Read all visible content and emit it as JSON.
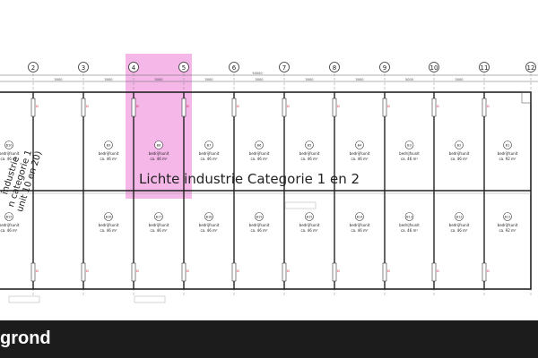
{
  "plan": {
    "axis_labels": [
      "2",
      "3",
      "4",
      "5",
      "6",
      "7",
      "8",
      "9",
      "10",
      "11",
      "12"
    ],
    "span_label": "5000",
    "total_span_label": "50000",
    "main_label": "Lichte industrie Categorie 1 en 2",
    "side_label_lines": [
      "industrie",
      "n categorie 1",
      "unit 10 en 20)"
    ],
    "unit_type": "bedrijfsunit",
    "top_units": [
      {
        "num": "B10",
        "area": "ca. 46 m²"
      },
      {
        "num": "B9",
        "area": "ca. 46 m²"
      },
      {
        "num": "B8",
        "area": "ca. 46 m²"
      },
      {
        "num": "B7",
        "area": "ca. 46 m²"
      },
      {
        "num": "B6",
        "area": "ca. 46 m²"
      },
      {
        "num": "B5",
        "area": "ca. 46 m²"
      },
      {
        "num": "B4",
        "area": "ca. 46 m²"
      },
      {
        "num": "B3",
        "area": "ca. 46 m²"
      },
      {
        "num": "B2",
        "area": "ca. 46 m²"
      },
      {
        "num": "B1",
        "area": "ca. 92 m²"
      }
    ],
    "bottom_units": [
      {
        "num": "B15",
        "area": "ca. 46 m²"
      },
      {
        "num": "B16",
        "area": "ca. 46 m²"
      },
      {
        "num": "B17",
        "area": "ca. 46 m²"
      },
      {
        "num": "B18",
        "area": "ca. 46 m²"
      },
      {
        "num": "B19",
        "area": "ca. 46 m²"
      },
      {
        "num": "B15",
        "area": "ca. 46 m²"
      },
      {
        "num": "B14",
        "area": "ca. 46 m²"
      },
      {
        "num": "B13",
        "area": "ca. 46 m²"
      },
      {
        "num": "B12",
        "area": "ca. 46 m²"
      },
      {
        "num": "B11",
        "area": "ca. 92 m²"
      }
    ],
    "highlight_color": "#f19ee0",
    "marker_color": "#d4143a"
  },
  "footer": {
    "label": "grond"
  }
}
